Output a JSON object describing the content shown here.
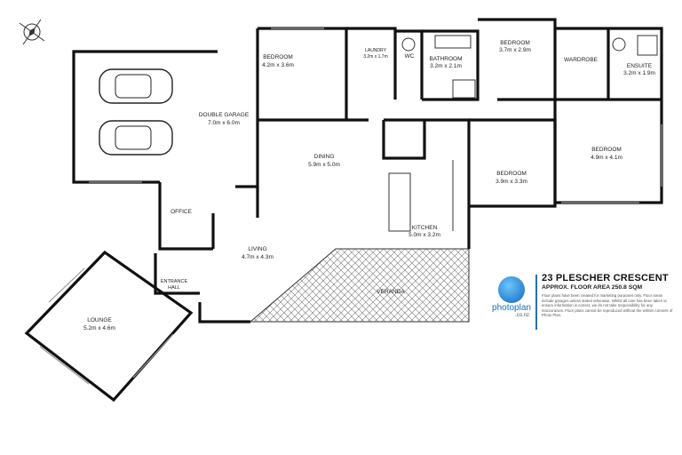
{
  "rooms": {
    "double_garage": {
      "name": "DOUBLE GARAGE",
      "size": "7.0m x 6.0m"
    },
    "bedroom1": {
      "name": "BEDROOM",
      "size": "4.2m x 3.6m"
    },
    "laundry": {
      "name": "LAUNDRY",
      "size": "3.2m x 1.7m"
    },
    "wc": {
      "name": "WC"
    },
    "bathroom": {
      "name": "BATHROOM",
      "size": "3.2m x 2.1m"
    },
    "bedroom2": {
      "name": "BEDROOM",
      "size": "3.7m x 2.9m"
    },
    "wardrobe": {
      "name": "WARDROBE"
    },
    "ensuite": {
      "name": "ENSUITE",
      "size": "3.2m x 1.9m"
    },
    "bedroom3": {
      "name": "BEDROOM",
      "size": "4.9m x 4.1m"
    },
    "bedroom4": {
      "name": "BEDROOM",
      "size": "3.9m x 3.3m"
    },
    "dining": {
      "name": "DINING",
      "size": "5.9m x 5.0m"
    },
    "kitchen": {
      "name": "KITCHEN",
      "size": "5.0m x 3.2m"
    },
    "office": {
      "name": "OFFICE"
    },
    "living": {
      "name": "LIVING",
      "size": "4.7m x 4.3m"
    },
    "entrance_hall": {
      "name": "ENTRANCE",
      "name2": "HALL"
    },
    "lounge": {
      "name": "LOUNGE",
      "size": "5.2m x 4.6m"
    },
    "veranda": {
      "name": "VERANDA"
    }
  },
  "panel": {
    "address": "23 PLESCHER CRESCENT",
    "floor_area": "APPROX. FLOOR AREA 250.8 SQM",
    "disclaimer": "Floor plans have been created for marketing purposes only. Floor areas include garages unless stated otherwise. Whilst all care has been taken to ensure information is correct, we do not take responsibility for any inaccuracies. Floor plans cannot be reproduced without the written consent of Photo Plan.",
    "brand": "photoplan",
    "brand_sub": ".co.nz"
  },
  "icons": {
    "compass": "compass-icon",
    "logo": "photoplan-logo"
  },
  "colors": {
    "walls": "#111111",
    "brand": "#1a6fb8"
  }
}
